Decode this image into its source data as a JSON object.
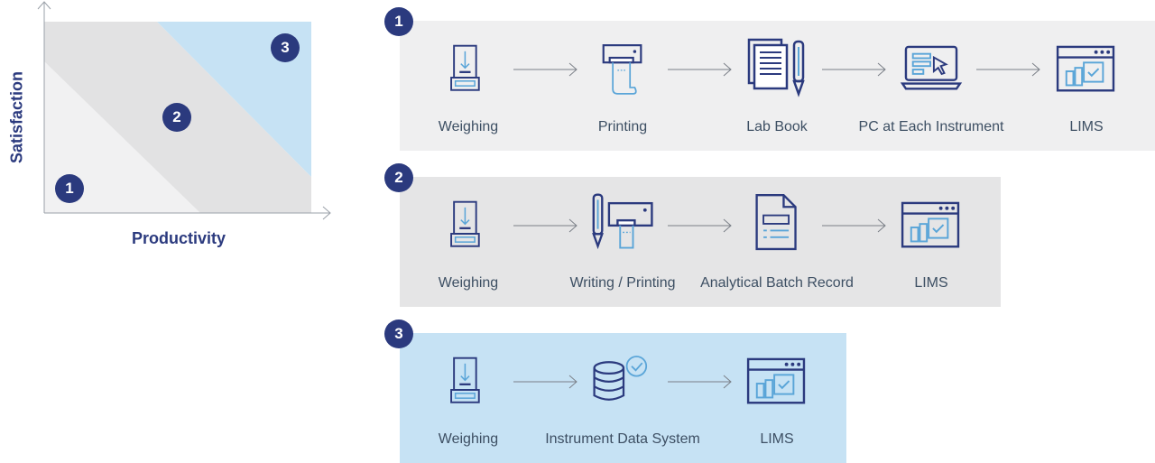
{
  "colors": {
    "navy": "#2b3a7e",
    "light_blue": "#c6e2f4",
    "grey_panel": "#e5e5e6",
    "light_grey_panel": "#efeff0",
    "icon_stroke": "#2b3a7e",
    "icon_accent": "#5aa5d8"
  },
  "chart": {
    "ylabel": "Satisfaction",
    "xlabel": "Productivity",
    "zones": [
      "1",
      "2",
      "3"
    ]
  },
  "workflows": [
    {
      "badge": "1",
      "steps": [
        {
          "label": "Weighing",
          "icon": "balance-icon"
        },
        {
          "label": "Printing",
          "icon": "printer-icon"
        },
        {
          "label": "Lab Book",
          "icon": "lab-book-icon"
        },
        {
          "label": "PC at Each Instrument",
          "icon": "laptop-icon"
        },
        {
          "label": "LIMS",
          "icon": "lims-icon"
        }
      ]
    },
    {
      "badge": "2",
      "steps": [
        {
          "label": "Weighing",
          "icon": "balance-icon"
        },
        {
          "label": "Writing / Printing",
          "icon": "pen-printer-icon"
        },
        {
          "label": "Analytical Batch Record",
          "icon": "document-icon"
        },
        {
          "label": "LIMS",
          "icon": "lims-icon"
        }
      ]
    },
    {
      "badge": "3",
      "steps": [
        {
          "label": "Weighing",
          "icon": "balance-icon"
        },
        {
          "label": "Instrument Data System",
          "icon": "database-check-icon"
        },
        {
          "label": "LIMS",
          "icon": "lims-icon"
        }
      ]
    }
  ]
}
